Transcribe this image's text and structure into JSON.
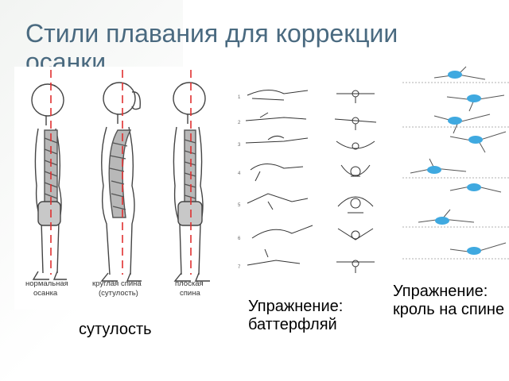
{
  "slide": {
    "title": "Стили плавания для коррекции осанки"
  },
  "posture_figure": {
    "labels": [
      {
        "line1": "нормальная",
        "line2": "осанка"
      },
      {
        "line1": "круглая спина",
        "line2": "(сутулость)"
      },
      {
        "line1": "плоская",
        "line2": "спина"
      }
    ],
    "spine_color": "#e03030"
  },
  "butterfly_figure": {
    "row_numbers": [
      "1",
      "2",
      "3",
      "4",
      "5",
      "6",
      "7"
    ]
  },
  "backstroke_figure": {
    "swimmer_color": "#3fa9e0"
  },
  "captions": {
    "backstroke": "Упражнение: кроль на спине",
    "butterfly": "Упражнение: баттерфляй",
    "stoop": "сутулость"
  }
}
